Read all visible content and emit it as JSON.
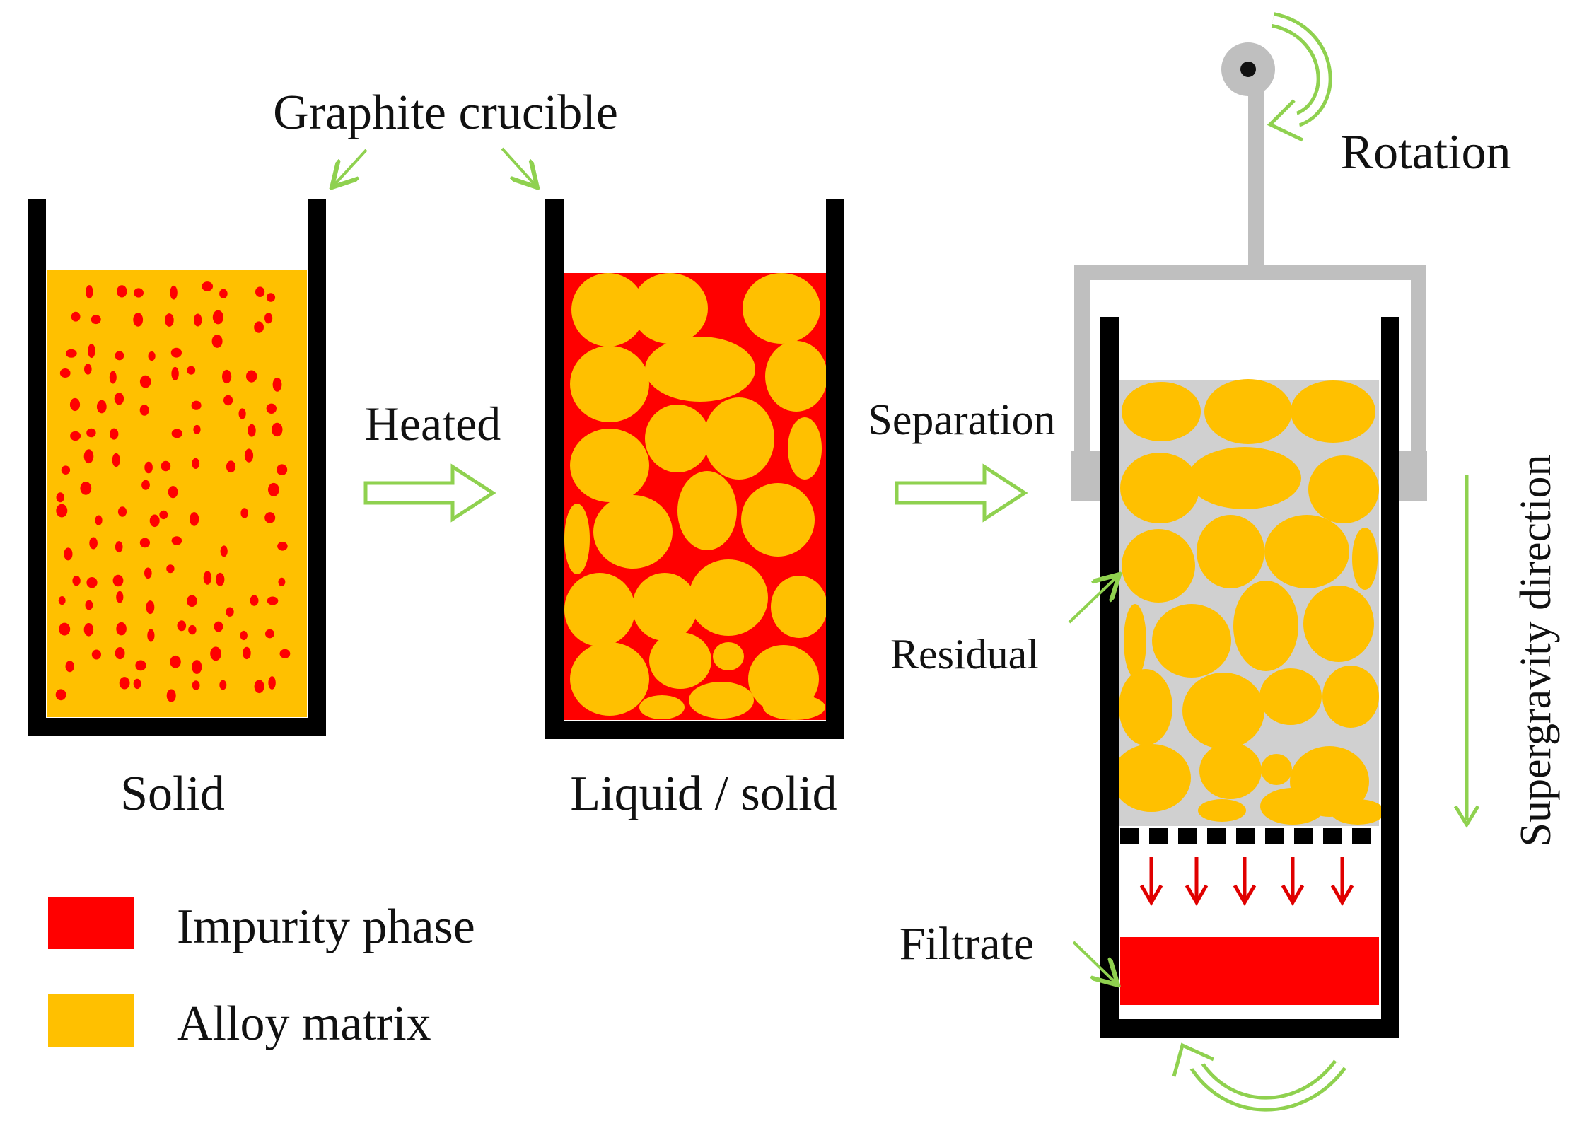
{
  "labels": {
    "graphite_crucible": "Graphite crucible",
    "rotation": "Rotation",
    "heated": "Heated",
    "separation": "Separation",
    "residual": "Residual",
    "filtrate": "Filtrate",
    "solid": "Solid",
    "liquid_solid": "Liquid / solid",
    "supergravity_direction": "Supergravity direction"
  },
  "legend": [
    {
      "label": "Impurity phase",
      "color": "#ff0000"
    },
    {
      "label": "Alloy matrix",
      "color": "#ffc000"
    }
  ],
  "colors": {
    "crucible": "#000000",
    "impurity": "#ff0000",
    "alloy": "#ffc000",
    "arrow": "#8fd14f",
    "frame": "#bfbfbf",
    "residual_bg": "#d0d0d0",
    "flow_arrow": "#e00000"
  },
  "icons": {
    "process_arrow": "hollow-right-arrow-icon",
    "rotation": "curved-rotation-arrow-icon",
    "pointer": "thin-pointer-arrow-icon"
  }
}
